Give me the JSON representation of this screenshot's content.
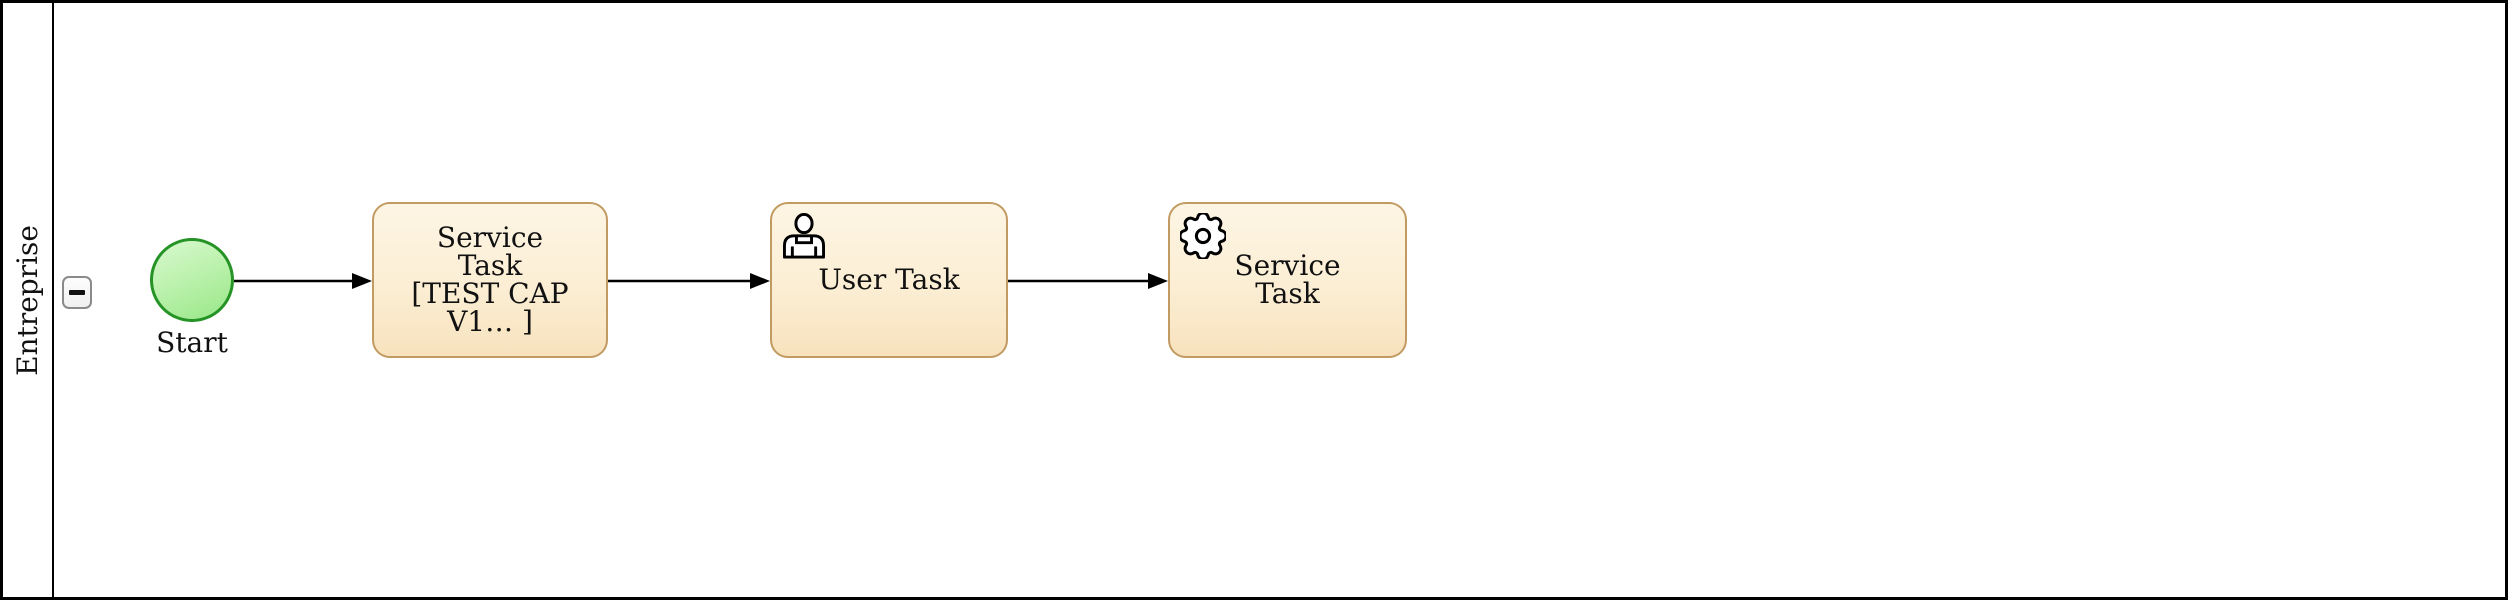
{
  "pool": {
    "lane_label": "Entreprise"
  },
  "collapse_button": {
    "icon": "minus-icon",
    "state": "expanded"
  },
  "diagram": {
    "start_event": {
      "type": "start-event",
      "label": "Start"
    },
    "tasks": [
      {
        "type": "service-task",
        "icon": null,
        "lines": [
          "Service",
          "Task",
          "[TEST CAP",
          "V1… ]"
        ]
      },
      {
        "type": "user-task",
        "icon": "user-icon",
        "lines": [
          "User Task"
        ]
      },
      {
        "type": "service-task",
        "icon": "gear-icon",
        "lines": [
          "Service",
          "Task"
        ]
      }
    ],
    "flows": [
      {
        "from": "start-event",
        "to": "task-service-cap"
      },
      {
        "from": "task-service-cap",
        "to": "task-user"
      },
      {
        "from": "task-user",
        "to": "task-service"
      }
    ]
  },
  "colors": {
    "pool_border": "#000000",
    "text": "#111111",
    "task_border": "#c29b62",
    "task_fill_top": "#fdf5e4",
    "task_fill_bottom": "#f8e2bd",
    "event_border": "#269326",
    "event_fill_top": "#d9f8d0",
    "event_fill_bottom": "#97e787",
    "collapse_border": "#8a8a8a",
    "flow_stroke": "#000000"
  }
}
